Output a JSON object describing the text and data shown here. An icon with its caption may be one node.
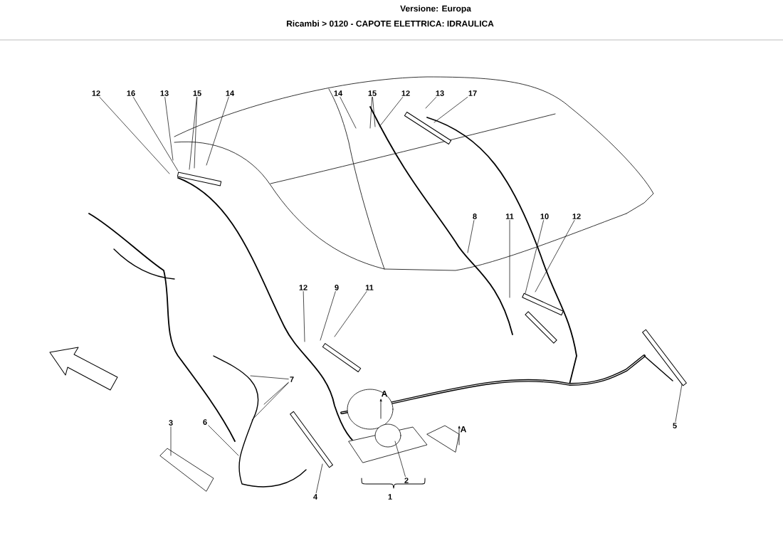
{
  "diagram": {
    "title": "Ricambi > 0120 - CAPOTE ELETTRICA: IDRAULICA",
    "nodes": [
      {
        "text": [
          "12"
        ]
      },
      {
        "text": [
          "16"
        ]
      },
      {
        "text": [
          "13"
        ]
      },
      {
        "text": [
          "15"
        ]
      },
      {
        "text": [
          "14"
        ]
      },
      {
        "text": [
          "14"
        ]
      },
      {
        "text": [
          "15"
        ]
      },
      {
        "text": [
          "12"
        ]
      },
      {
        "text": [
          "13"
        ]
      },
      {
        "text": [
          "17"
        ]
      },
      {
        "text": [
          "8"
        ]
      },
      {
        "text": [
          "11"
        ]
      },
      {
        "text": [
          "10"
        ]
      },
      {
        "text": [
          "12"
        ]
      },
      {
        "text": [
          "12"
        ]
      },
      {
        "text": [
          "9"
        ]
      },
      {
        "text": [
          "11"
        ]
      },
      {
        "text": [
          "7"
        ]
      },
      {
        "text": [
          "3"
        ]
      },
      {
        "text": [
          "6"
        ]
      },
      {
        "text": [
          "4"
        ]
      },
      {
        "text": [
          "2"
        ]
      },
      {
        "text": [
          "1"
        ]
      },
      {
        "text": [
          "5"
        ]
      }
    ],
    "edges": [
      {
        "from": 0,
        "to": null,
        "arrow": "none"
      },
      {
        "from": 1,
        "to": null,
        "arrow": "none"
      },
      {
        "from": 2,
        "to": null,
        "arrow": "none"
      },
      {
        "from": 3,
        "to": null,
        "arrow": "none"
      },
      {
        "from": 3,
        "to": null,
        "arrow": "none"
      },
      {
        "from": 4,
        "to": null,
        "arrow": "none"
      },
      {
        "from": 5,
        "to": null,
        "arrow": "none"
      },
      {
        "from": 6,
        "to": null,
        "arrow": "none"
      },
      {
        "from": 6,
        "to": null,
        "arrow": "none"
      },
      {
        "from": 7,
        "to": null,
        "arrow": "none"
      },
      {
        "from": 8,
        "to": null,
        "arrow": "none"
      },
      {
        "from": 9,
        "to": null,
        "arrow": "none"
      },
      {
        "from": 10,
        "to": null,
        "arrow": "none"
      },
      {
        "from": 11,
        "to": null,
        "arrow": "none"
      },
      {
        "from": 12,
        "to": null,
        "arrow": "none"
      },
      {
        "from": 13,
        "to": null,
        "arrow": "none"
      },
      {
        "from": 14,
        "to": null,
        "arrow": "none"
      },
      {
        "from": 15,
        "to": null,
        "arrow": "none"
      },
      {
        "from": 16,
        "to": null,
        "arrow": "none"
      },
      {
        "from": 17,
        "to": null,
        "arrow": "none"
      },
      {
        "from": 17,
        "to": null,
        "arrow": "none"
      },
      {
        "from": 17,
        "to": null,
        "arrow": "none"
      },
      {
        "from": 18,
        "to": null,
        "arrow": "none"
      },
      {
        "from": 19,
        "to": null,
        "arrow": "none"
      },
      {
        "from": 20,
        "to": null,
        "arrow": "none"
      },
      {
        "from": 21,
        "to": null,
        "arrow": "none"
      },
      {
        "from": 23,
        "to": null,
        "arrow": "none"
      }
    ],
    "labels": [
      "Versione: Europa",
      "A",
      "A"
    ]
  }
}
